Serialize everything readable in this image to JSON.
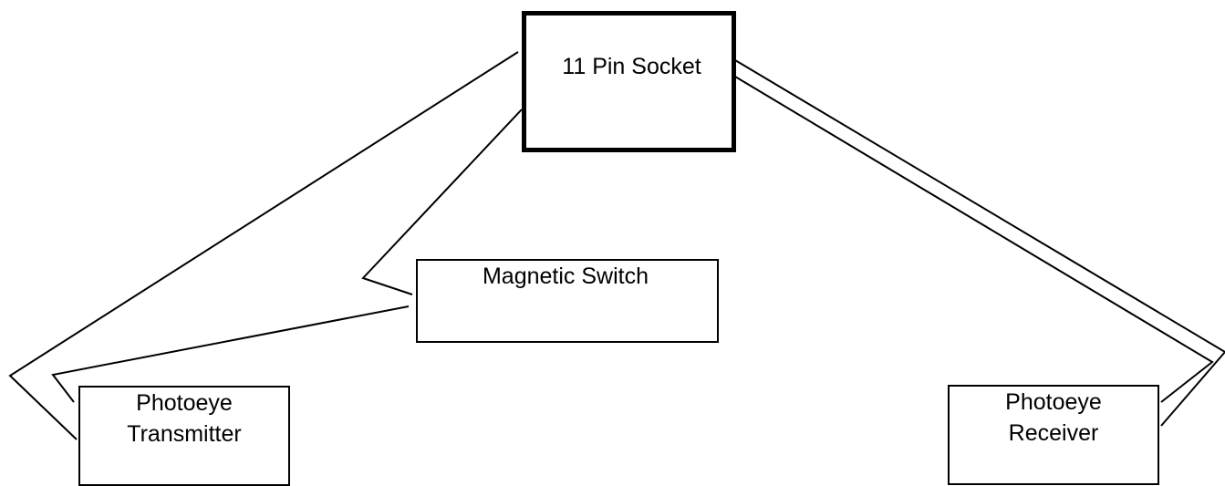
{
  "diagram": {
    "socket": {
      "label": "11 Pin Socket"
    },
    "magnetic_switch": {
      "label": "Magnetic Switch"
    },
    "photoeye_transmitter": {
      "line1": "Photoeye",
      "line2": "Transmitter"
    },
    "photoeye_receiver": {
      "line1": "Photoeye",
      "line2": "Receiver"
    },
    "colors": {
      "line": "#000000",
      "background": "#ffffff"
    }
  }
}
